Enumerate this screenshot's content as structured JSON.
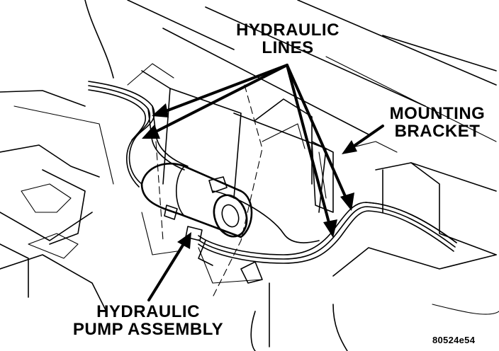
{
  "labels": {
    "hydraulic_lines_1": "HYDRAULIC",
    "hydraulic_lines_2": "LINES",
    "mounting_bracket_1": "MOUNTING",
    "mounting_bracket_2": "BRACKET",
    "pump_assembly_1": "HYDRAULIC",
    "pump_assembly_2": "PUMP ASSEMBLY",
    "figure_id": "80524e54"
  },
  "colors": {
    "ink": "#000000",
    "paper": "#ffffff"
  }
}
